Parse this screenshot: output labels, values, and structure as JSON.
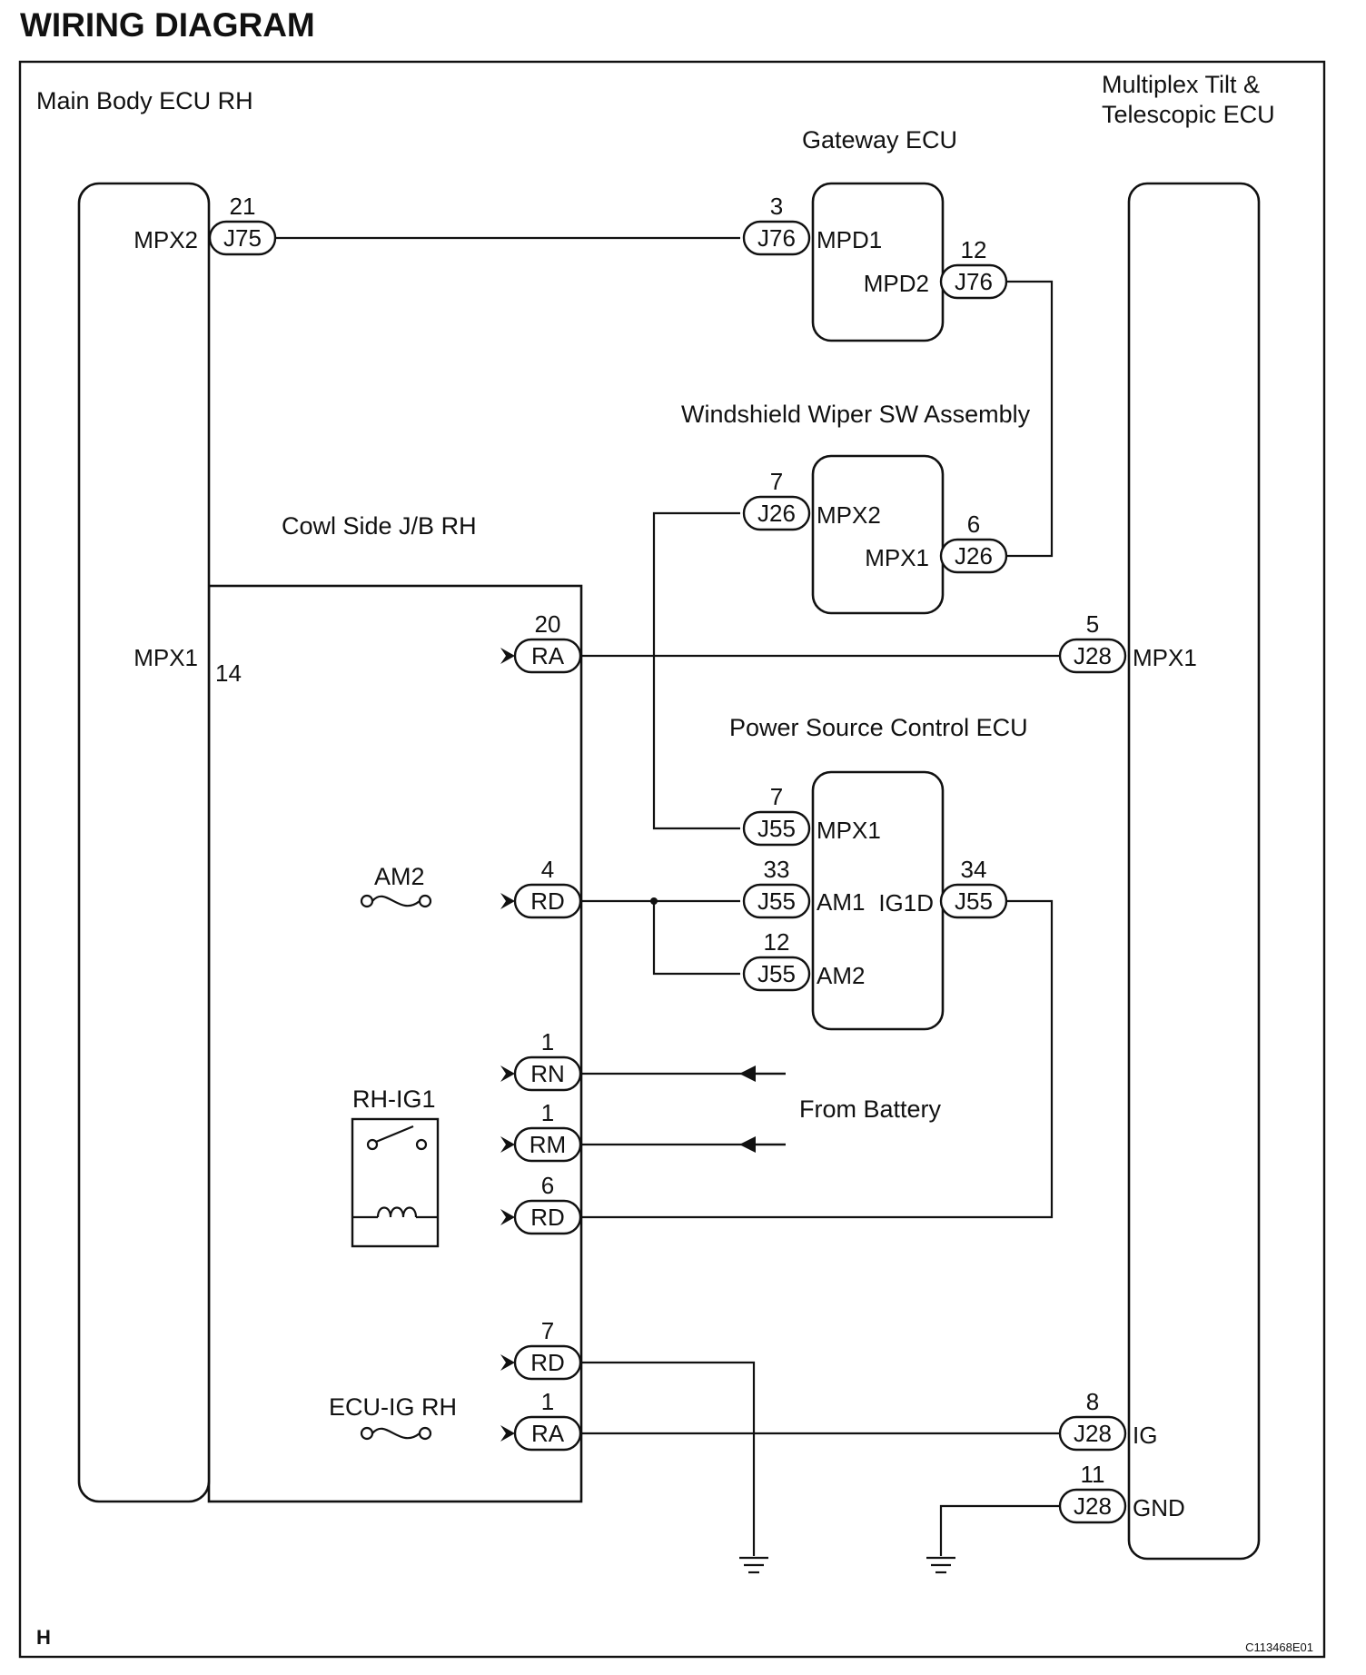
{
  "title": "WIRING DIAGRAM",
  "footer_left": "H",
  "figure_code": "C113468E01",
  "components": {
    "main_body_ecu": "Main Body ECU RH",
    "gateway_ecu": "Gateway ECU",
    "wiper_sw": "Windshield Wiper SW Assembly",
    "cowl_jb": "Cowl Side J/B RH",
    "power_source_ecu": "Power Source Control ECU",
    "tilt_ecu_line1": "Multiplex Tilt &",
    "tilt_ecu_line2": "Telescopic ECU",
    "fuse_am2": "AM2",
    "relay_rh_ig1": "RH-IG1",
    "fuse_ecu_ig": "ECU-IG RH",
    "from_battery": "From Battery"
  },
  "terminals": {
    "mb_mpx2": "MPX2",
    "mb_mpx1": "MPX1",
    "gw_mpd1": "MPD1",
    "gw_mpd2": "MPD2",
    "ws_mpx2": "MPX2",
    "ws_mpx1": "MPX1",
    "ps_mpx1": "MPX1",
    "ps_am1": "AM1",
    "ps_ig1d": "IG1D",
    "ps_am2": "AM2",
    "tt_mpx1": "MPX1",
    "tt_ig": "IG",
    "tt_gnd": "GND"
  },
  "connectors": {
    "j75": {
      "id": "J75",
      "pin": "21"
    },
    "j76a": {
      "id": "J76",
      "pin": "3"
    },
    "j76b": {
      "id": "J76",
      "pin": "12"
    },
    "j26a": {
      "id": "J26",
      "pin": "7"
    },
    "j26b": {
      "id": "J26",
      "pin": "6"
    },
    "ra20": {
      "id": "RA",
      "pin": "20"
    },
    "mb14": {
      "pin": "14"
    },
    "j28a": {
      "id": "J28",
      "pin": "5"
    },
    "j55a": {
      "id": "J55",
      "pin": "7"
    },
    "rd4": {
      "id": "RD",
      "pin": "4"
    },
    "j55b": {
      "id": "J55",
      "pin": "33"
    },
    "j55c": {
      "id": "J55",
      "pin": "34"
    },
    "j55d": {
      "id": "J55",
      "pin": "12"
    },
    "rn1": {
      "id": "RN",
      "pin": "1"
    },
    "rm1": {
      "id": "RM",
      "pin": "1"
    },
    "rd6": {
      "id": "RD",
      "pin": "6"
    },
    "rd7": {
      "id": "RD",
      "pin": "7"
    },
    "ra1": {
      "id": "RA",
      "pin": "1"
    },
    "j28b": {
      "id": "J28",
      "pin": "8"
    },
    "j28c": {
      "id": "J28",
      "pin": "11"
    }
  }
}
